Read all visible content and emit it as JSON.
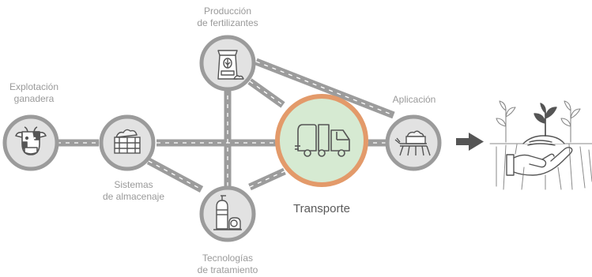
{
  "nodes": {
    "explotacion": {
      "label_1": "Explotación",
      "label_2": "ganadera"
    },
    "almacenaje": {
      "label_1": "Sistemas",
      "label_2": "de almacenaje"
    },
    "fertilizantes": {
      "label_1": "Producción",
      "label_2": "de fertilizantes"
    },
    "tecnologias": {
      "label_1": "Tecnologías",
      "label_2": "de tratamiento"
    },
    "transporte": {
      "label": "Transporte"
    },
    "aplicacion": {
      "label": "Aplicación"
    }
  },
  "colors": {
    "node_ring": "#9b9b9b",
    "node_fill": "#e2e2e2",
    "road": "#9c9c9c",
    "highlight_ring": "#e39a6a",
    "highlight_fill": "#d6ead2",
    "icon": "#555555"
  },
  "icons": [
    "cow-icon",
    "manure-box-icon",
    "fertilizer-bag-icon",
    "treatment-tanks-icon",
    "truck-icon",
    "spreader-icon",
    "arrow-right-icon",
    "hand-plants-icon"
  ]
}
